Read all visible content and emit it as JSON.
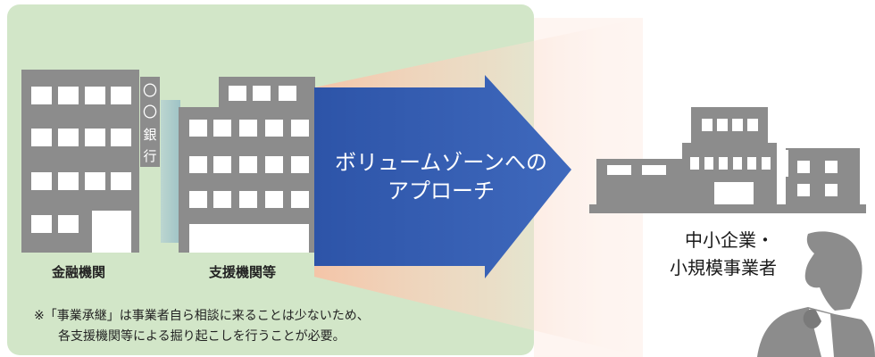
{
  "diagram": {
    "institutions": {
      "bank_building": {
        "sign_chars": [
          "〇",
          "〇",
          "銀",
          "行"
        ],
        "label": "金融機関"
      },
      "support_building": {
        "label": "支援機関等"
      }
    },
    "arrow": {
      "line1": "ボリュームゾーンへの",
      "line2": "アプローチ"
    },
    "target": {
      "line1": "中小企業・",
      "line2": "小規模事業者"
    },
    "note": {
      "line1": "※「事業承継」は事業者自ら相談に来ることは少ないため、",
      "line2": "各支援機関等による掘り起こしを行うことが必要。"
    }
  },
  "colors": {
    "panel_green": "#d2e6c8",
    "building_gray": "#8c8c8c",
    "arrow_blue": "#3b63b4",
    "beam_orange": "#f6c3a6",
    "person_gray": "#8c8c8c"
  },
  "icons": [
    "bank-building-icon",
    "support-office-building-icon",
    "sme-factory-icon",
    "businessman-silhouette-icon",
    "approach-arrow-icon"
  ]
}
